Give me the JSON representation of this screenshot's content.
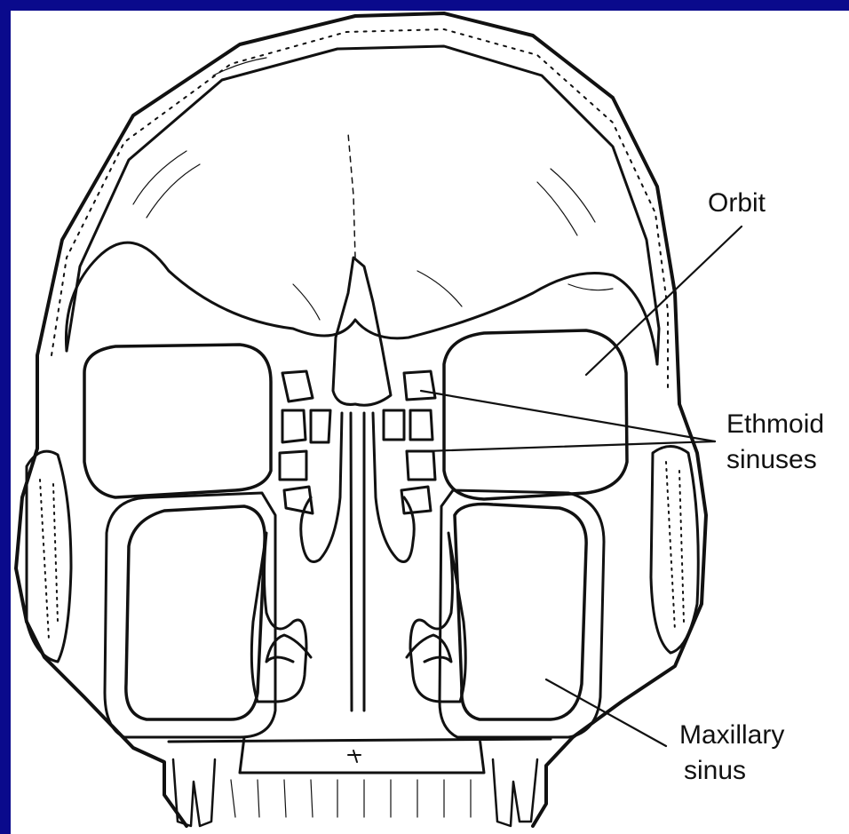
{
  "background_color": "#0a0a8c",
  "labels": {
    "orbit": "Orbit",
    "ethmoid_line1": "Ethmoid",
    "ethmoid_line2": "sinuses",
    "maxillary_line1": "Maxillary",
    "maxillary_line2": "sinus"
  }
}
